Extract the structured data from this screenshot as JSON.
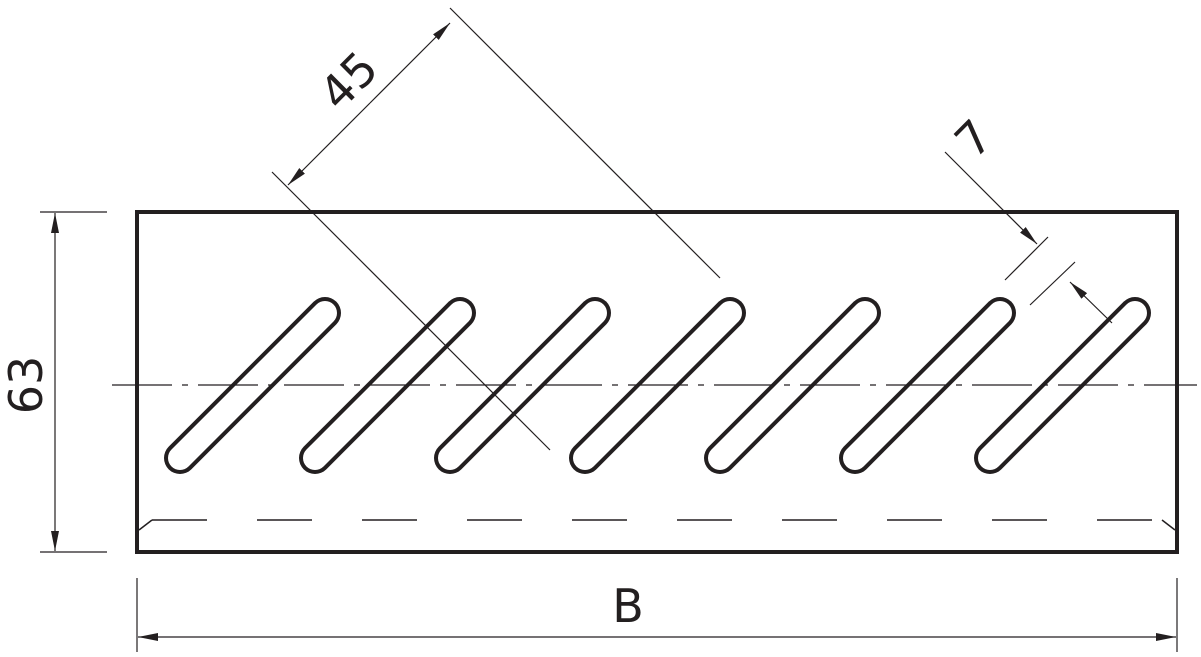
{
  "drawing": {
    "dimensions": {
      "height": "63",
      "width": "B",
      "slot_pitch": "45",
      "slot_width": "7"
    },
    "slot_count": 7,
    "colors": {
      "line": "#231f20",
      "background": "#ffffff"
    }
  }
}
